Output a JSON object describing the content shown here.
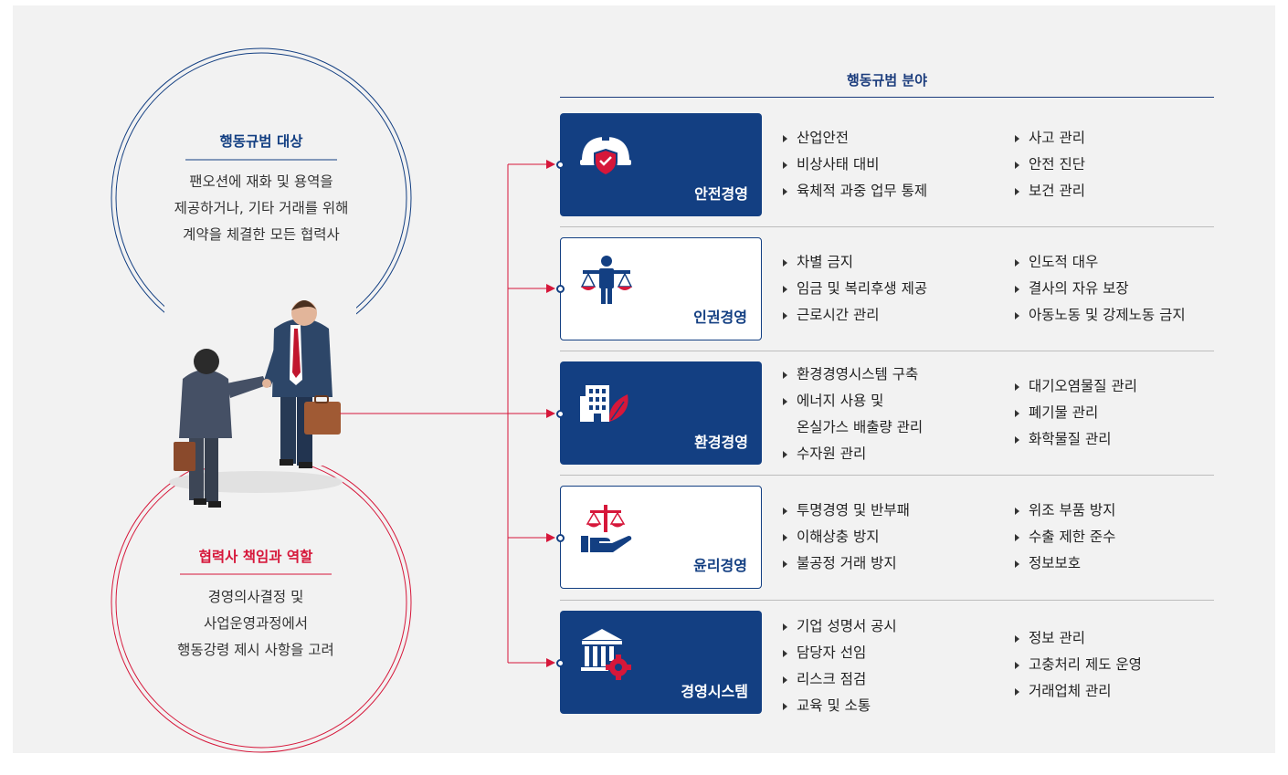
{
  "header": {
    "title": "행동규범 분야"
  },
  "target_circle": {
    "heading": "행동규범 대상",
    "lines": [
      "팬오션에 재화 및 용역을",
      "제공하거나, 기타 거래를 위해",
      "계약을 체결한 모든 협력사"
    ]
  },
  "role_circle": {
    "heading": "협력사 책임과 역할",
    "lines": [
      "경영의사결정 및",
      "사업운영과정에서",
      "행동강령 제시 사항을 고려"
    ]
  },
  "colors": {
    "navy": "#133f82",
    "red": "#d6173a",
    "background": "#f2f2f2"
  },
  "categories": [
    {
      "label": "안전경영",
      "icon": "helmet-shield-icon",
      "style": "dark",
      "col1": [
        "산업안전",
        "비상사태 대비",
        "육체적 과중 업무 통제"
      ],
      "col2": [
        "사고 관리",
        "안전 진단",
        "보건 관리"
      ]
    },
    {
      "label": "인권경영",
      "icon": "person-scales-icon",
      "style": "light",
      "col1": [
        "차별 금지",
        "임금 및 복리후생 제공",
        "근로시간 관리"
      ],
      "col2": [
        "인도적 대우",
        "결사의 자유 보장",
        "아동노동 및 강제노동 금지"
      ]
    },
    {
      "label": "환경경영",
      "icon": "building-leaf-icon",
      "style": "dark",
      "col1": [
        "환경경영시스템 구축",
        "에너지 사용 및",
        "온실가스 배출량 관리",
        "수자원 관리"
      ],
      "col2": [
        "대기오염물질 관리",
        "폐기물 관리",
        "화학물질 관리"
      ]
    },
    {
      "label": "윤리경영",
      "icon": "hand-scales-icon",
      "style": "light",
      "col1": [
        "투명경영 및 반부패",
        "이해상충 방지",
        "불공정 거래 방지"
      ],
      "col2": [
        "위조 부품 방지",
        "수출 제한 준수",
        "정보보호"
      ]
    },
    {
      "label": "경영시스템",
      "icon": "bank-gear-icon",
      "style": "dark",
      "col1": [
        "기업 성명서 공시",
        "담당자 선임",
        "리스크 점검",
        "교육 및 소통"
      ],
      "col2": [
        "정보 관리",
        "고충처리 제도 운영",
        "거래업체 관리"
      ]
    }
  ]
}
